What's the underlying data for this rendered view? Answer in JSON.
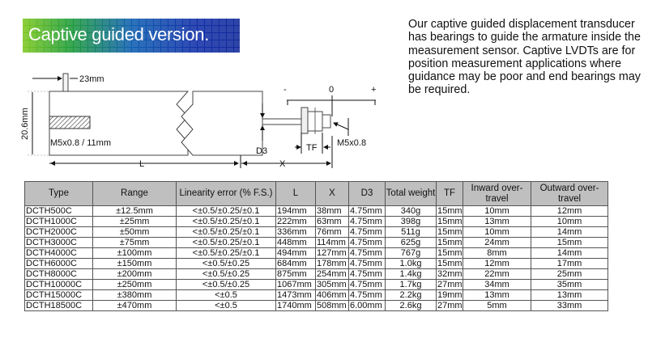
{
  "banner": {
    "title": "Captive guided version."
  },
  "description": "Our captive guided displacement transducer has bearings to guide the armature inside the measurement sensor. Captive LVDTs are for position measurement applications where guidance may be poor and end bearings may be required.",
  "drawing": {
    "dim_23": "23mm",
    "dim_20_6": "20.6mm",
    "thread_left": "M5x0.8 / 11mm",
    "label_L": "L",
    "label_X": "X",
    "label_D3": "D3",
    "label_TF": "TF",
    "thread_right": "M5x0.8",
    "minus": "-",
    "zero": "0",
    "plus": "+"
  },
  "table": {
    "headers": [
      "Type",
      "Range",
      "Linearity error (% F.S.)",
      "L",
      "X",
      "D3",
      "Total weight",
      "TF",
      "Inward over-travel",
      "Outward over-travel"
    ],
    "rows": [
      [
        "DCTH500C",
        "±12.5mm",
        "<±0.5/±0.25/±0.1",
        "194mm",
        "38mm",
        "4.75mm",
        "340g",
        "15mm",
        "10mm",
        "12mm"
      ],
      [
        "DCTH1000C",
        "±25mm",
        "<±0.5/±0.25/±0.1",
        "222mm",
        "63mm",
        "4.75mm",
        "398g",
        "15mm",
        "13mm",
        "10mm"
      ],
      [
        "DCTH2000C",
        "±50mm",
        "<±0.5/±0.25/±0.1",
        "336mm",
        "76mm",
        "4.75mm",
        "511g",
        "15mm",
        "10mm",
        "14mm"
      ],
      [
        "DCTH3000C",
        "±75mm",
        "<±0.5/±0.25/±0.1",
        "448mm",
        "114mm",
        "4.75mm",
        "625g",
        "15mm",
        "24mm",
        "15mm"
      ],
      [
        "DCTH4000C",
        "±100mm",
        "<±0.5/±0.25/±0.1",
        "494mm",
        "127mm",
        "4.75mm",
        "767g",
        "15mm",
        "8mm",
        "14mm"
      ],
      [
        "DCTH6000C",
        "±150mm",
        "<±0.5/±0.25",
        "684mm",
        "178mm",
        "4.75mm",
        "1.0kg",
        "15mm",
        "12mm",
        "17mm"
      ],
      [
        "DCTH8000C",
        "±200mm",
        "<±0.5/±0.25",
        "875mm",
        "254mm",
        "4.75mm",
        "1.4kg",
        "32mm",
        "22mm",
        "25mm"
      ],
      [
        "DCTH10000C",
        "±250mm",
        "<±0.5/±0.25",
        "1067mm",
        "305mm",
        "4.75mm",
        "1.7kg",
        "27mm",
        "34mm",
        "35mm"
      ],
      [
        "DCTH15000C",
        "±380mm",
        "<±0.5",
        "1473mm",
        "406mm",
        "4.75mm",
        "2.2kg",
        "19mm",
        "13mm",
        "13mm"
      ],
      [
        "DCTH18500C",
        "±470mm",
        "<±0.5",
        "1740mm",
        "508mm",
        "6.00mm",
        "2.6kg",
        "27mm",
        "5mm",
        "33mm"
      ]
    ]
  }
}
